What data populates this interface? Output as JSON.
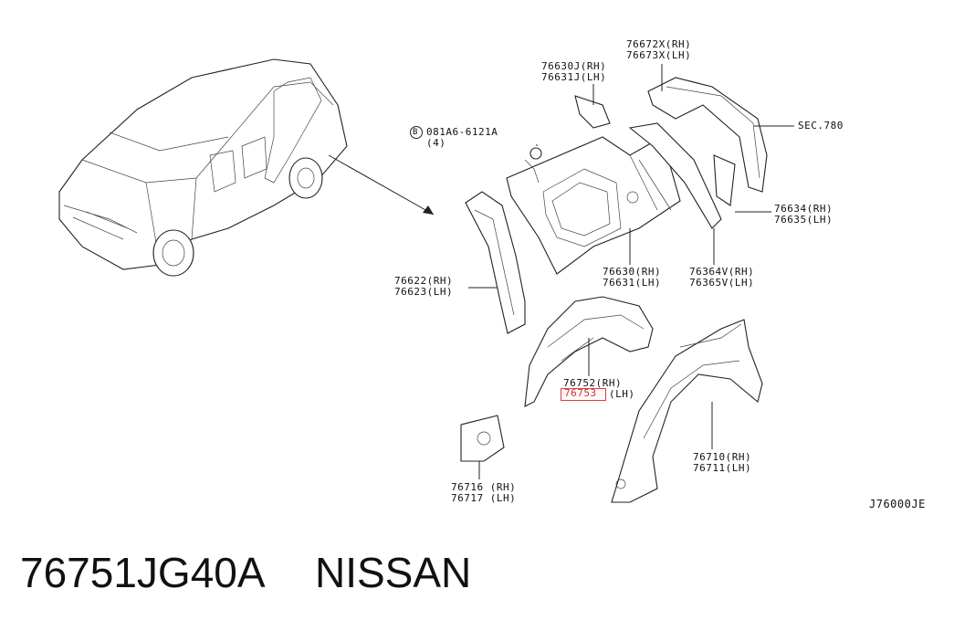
{
  "diagram": {
    "labels": {
      "p76630j": [
        "76630J(RH)",
        "76631J(LH)"
      ],
      "p76672x": [
        "76672X(RH)",
        "76673X(LH)"
      ],
      "bolt": [
        "081A6-6121A",
        "(4)"
      ],
      "bolt_symbol": "B",
      "sec780": "SEC.780",
      "p76634": [
        "76634(RH)",
        "76635(LH)"
      ],
      "p76622": [
        "76622(RH)",
        "76623(LH)"
      ],
      "p76630": [
        "76630(RH)",
        "76631(LH)"
      ],
      "p76364v": [
        "76364V(RH)",
        "76365V(LH)"
      ],
      "p76752": [
        "76752(RH)",
        "(LH)"
      ],
      "p76752_highlight": "76753",
      "p76716": [
        "76716 (RH)",
        "76717 (LH)"
      ],
      "p76710": [
        "76710(RH)",
        "76711(LH)"
      ],
      "diagram_code": "J76000JE"
    },
    "icons": [
      "car-illustration",
      "bolt-symbol-icon",
      "pointer-arrow"
    ]
  },
  "caption": {
    "part_number": "76751JG40A",
    "brand": "NISSAN"
  }
}
